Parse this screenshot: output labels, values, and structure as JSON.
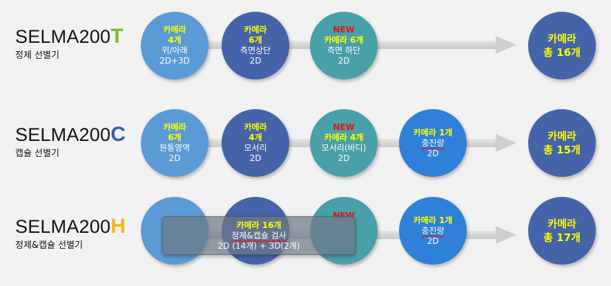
{
  "rows": [
    {
      "model_prefix": "SELMA200",
      "model_suffix": "T",
      "suffix_color": "#7dbb2f",
      "subtitle": "정제 선별기",
      "circles": [
        {
          "line1": "카메라",
          "line2": "4개",
          "line3": "위/아래",
          "line4": "2D+3D"
        },
        {
          "line1": "카메라",
          "line2": "6개",
          "line3": "측면상단",
          "line4": "2D"
        },
        {
          "tag": "NEW",
          "line1": "카메라 6개",
          "line2": "측면 하단",
          "line3": "2D"
        }
      ],
      "total": {
        "line1": "카메라",
        "line2": "총 16개"
      }
    },
    {
      "model_prefix": "SELMA200",
      "model_suffix": "C",
      "suffix_color": "#3a5bb0",
      "subtitle": "캡슐 선별기",
      "circles": [
        {
          "line1": "카메라",
          "line2": "6개",
          "line3": "원통영역",
          "line4": "2D"
        },
        {
          "line1": "카메라",
          "line2": "4개",
          "line3": "모서리",
          "line4": "2D"
        },
        {
          "tag": "NEW",
          "line1": "카메라 4개",
          "line2": "모서리(바디)",
          "line3": "2D"
        },
        {
          "line1": "카메라 1개",
          "line2": "충진량",
          "line3": "2D"
        }
      ],
      "total": {
        "line1": "카메라",
        "line2": "총 15개"
      }
    },
    {
      "model_prefix": "SELMA200",
      "model_suffix": "H",
      "suffix_color": "#f2b81a",
      "subtitle": "정제&캡슐 선별기",
      "circles": [
        {
          "tag": "NEW"
        },
        {
          "line1": "카메라 1개",
          "line2": "충진량",
          "line3": "2D"
        }
      ],
      "overlay": {
        "line1": "카메라 16개",
        "line2": "정제&캡슐 검사",
        "line3": "2D (14개) + 3D(2개)"
      },
      "total": {
        "line1": "카메라",
        "line2": "총 17개"
      }
    }
  ]
}
